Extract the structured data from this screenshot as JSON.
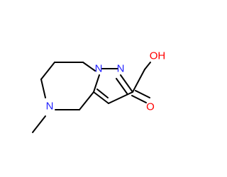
{
  "structure": {
    "atom_labels": {
      "n1": "N",
      "n2": "N",
      "n_methyl": "N",
      "o_carbonyl": "O",
      "oh": "OH"
    }
  },
  "colors": {
    "bond": "#000000",
    "nitrogen": "#2020ff",
    "oxygen": "#ff0000",
    "background": "#ffffff"
  }
}
